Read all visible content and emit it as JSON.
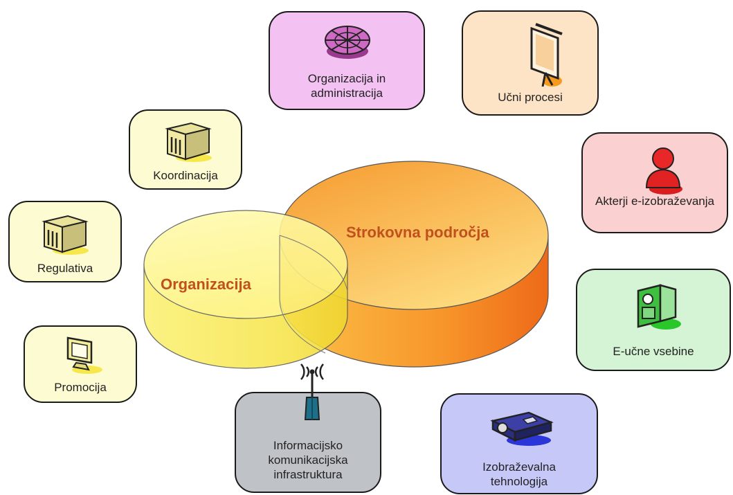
{
  "diagram": {
    "center": {
      "organizacija": "Organizacija",
      "strokovna": "Strokovna področja"
    },
    "nodes": {
      "organizacija_admin": "Organizacija in\nadministracija",
      "ucni_procesi": "Učni procesi",
      "koordinacija": "Koordinacija",
      "akterji": "Akterji e-izobraževanja",
      "regulativa": "Regulativa",
      "e_ucne_vsebine": "E-učne vsebine",
      "promocija": "Promocija",
      "ikt": "Informacijsko\nkomunikacijska\ninfrastruktura",
      "izobrazevalna": "Izobraževalna\ntehnologija"
    }
  }
}
